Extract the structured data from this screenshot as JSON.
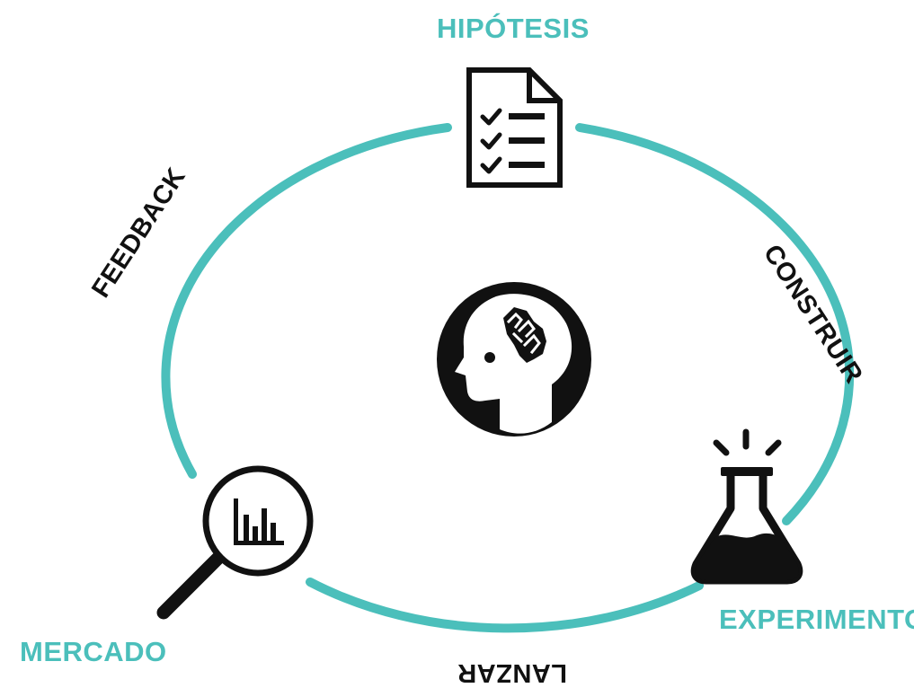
{
  "colors": {
    "accent": "#4bbfbb",
    "ink": "#111111",
    "background": "#ffffff"
  },
  "nodes": [
    {
      "label": "HIPÓTESIS",
      "icon": "checklist-document-icon"
    },
    {
      "label": "EXPERIMENTO",
      "icon": "lab-flask-icon"
    },
    {
      "label": "MERCADO",
      "icon": "magnifier-chart-icon"
    }
  ],
  "edges": [
    {
      "label": "CONSTRUIR",
      "from": "HIPÓTESIS",
      "to": "EXPERIMENTO"
    },
    {
      "label": "LANZAR",
      "from": "EXPERIMENTO",
      "to": "MERCADO"
    },
    {
      "label": "FEEDBACK",
      "from": "MERCADO",
      "to": "HIPÓTESIS"
    }
  ],
  "center": {
    "icon": "head-brain-icon"
  }
}
